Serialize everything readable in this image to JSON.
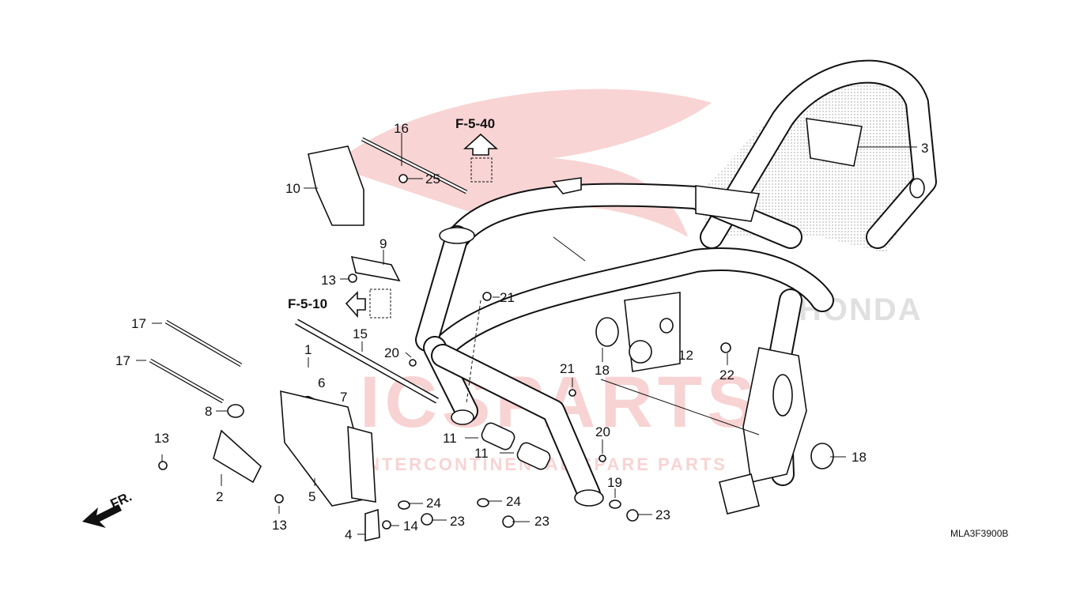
{
  "diagram_code": "MLA3F3900B",
  "references": {
    "up": "F-5-40",
    "left": "F-5-10"
  },
  "direction_label": "FR.",
  "watermark": {
    "brand": "HONDA",
    "text_large": "ICSPARTS",
    "text_small": "INTERCONTINENTAL SPARE PARTS"
  },
  "colors": {
    "line": "#111111",
    "watermark": "#e03a3a",
    "shade": "#bbbbbb"
  },
  "callouts": {
    "c1": "1",
    "c2": "2",
    "c3": "3",
    "c4": "4",
    "c5": "5",
    "c6": "6",
    "c7": "7",
    "c8": "8",
    "c9": "9",
    "c10": "10",
    "c11a": "11",
    "c11b": "11",
    "c12": "12",
    "c13a": "13",
    "c13b": "13",
    "c13c": "13",
    "c14": "14",
    "c15": "15",
    "c16": "16",
    "c17a": "17",
    "c17b": "17",
    "c18a": "18",
    "c18b": "18",
    "c19": "19",
    "c20a": "20",
    "c20b": "20",
    "c21a": "21",
    "c21b": "21",
    "c22": "22",
    "c23a": "23",
    "c23b": "23",
    "c23c": "23",
    "c24a": "24",
    "c24b": "24",
    "c25": "25"
  }
}
